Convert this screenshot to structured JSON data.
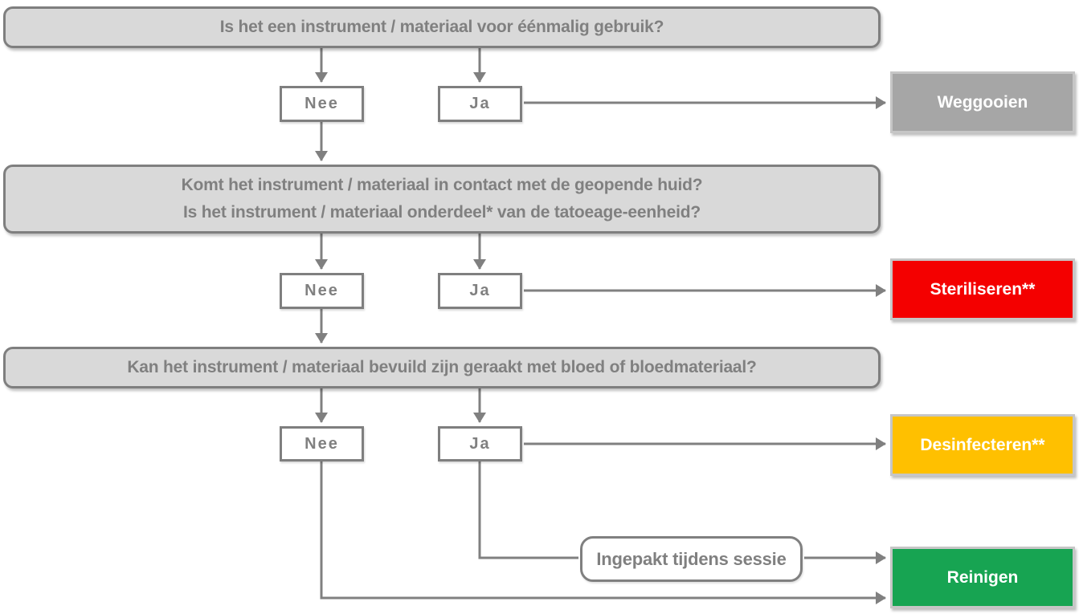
{
  "questions": [
    {
      "lines": [
        "Is het een instrument / materiaal voor éénmalig gebruik?"
      ]
    },
    {
      "lines": [
        "Komt het instrument / materiaal in contact met de geopende huid?",
        "Is het instrument / materiaal onderdeel* van de tatoeage-eenheid?"
      ]
    },
    {
      "lines": [
        "Kan het instrument / materiaal bevuild zijn geraakt met bloed of bloedmateriaal?"
      ]
    }
  ],
  "answers": {
    "no": "Nee",
    "yes": "Ja"
  },
  "condition": {
    "label": "Ingepakt tijdens sessie"
  },
  "outcomes": [
    {
      "label": "Weggooien",
      "color": "#a6a6a6"
    },
    {
      "label": "Steriliseren**",
      "color": "#f40000"
    },
    {
      "label": "Desinfecteren**",
      "color": "#ffc000"
    },
    {
      "label": "Reinigen",
      "color": "#17a452"
    }
  ],
  "colors": {
    "line": "#808080",
    "question_fill": "#d9d9d9",
    "question_border": "#7f7f7f",
    "question_text": "#808080"
  }
}
